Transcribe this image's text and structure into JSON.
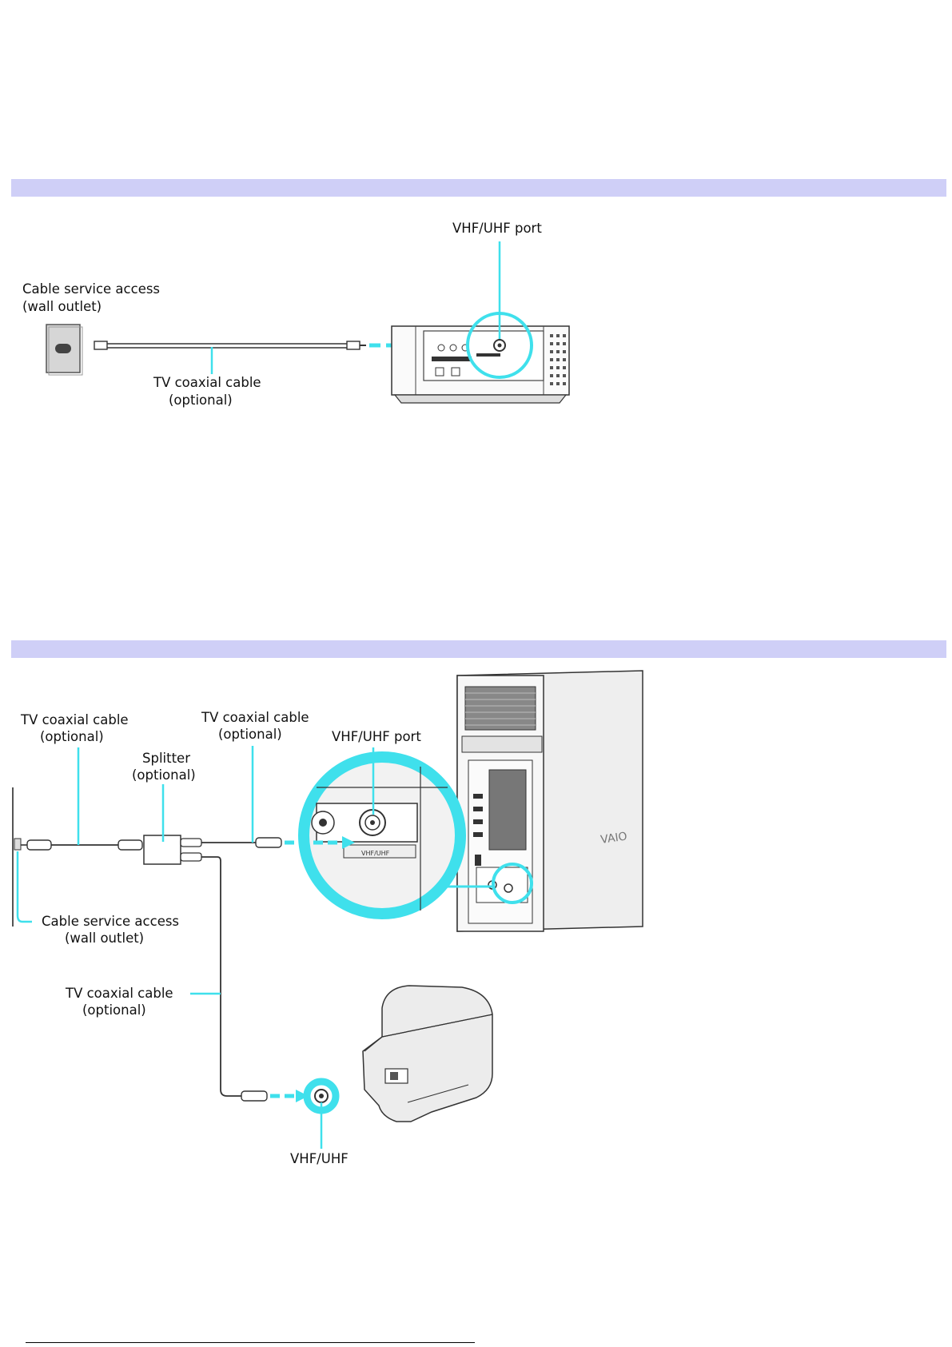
{
  "figure1": {
    "labels": {
      "vhf_port": "VHF/UHF port",
      "cable_access_line1": "Cable service access",
      "cable_access_line2": "(wall outlet)",
      "coax_line1": "TV coaxial cable",
      "coax_line2": "(optional)"
    }
  },
  "figure2": {
    "labels": {
      "coax_a_line1": "TV coaxial cable",
      "coax_a_line2": "(optional)",
      "coax_b_line1": "TV coaxial cable",
      "coax_b_line2": "(optional)",
      "vhf_port": "VHF/UHF port",
      "splitter_line1": "Splitter",
      "splitter_line2": "(optional)",
      "cable_access_line1": "Cable service access",
      "cable_access_line2": "(wall outlet)",
      "coax_c_line1": "TV coaxial cable",
      "coax_c_line2": "(optional)",
      "tv_port": "VHF/UHF",
      "port_tag": "VHF/UHF",
      "brand": "VAIO"
    }
  },
  "colors": {
    "band": "#cfcff7",
    "callout": "#3fe0ec",
    "line": "#333333"
  }
}
